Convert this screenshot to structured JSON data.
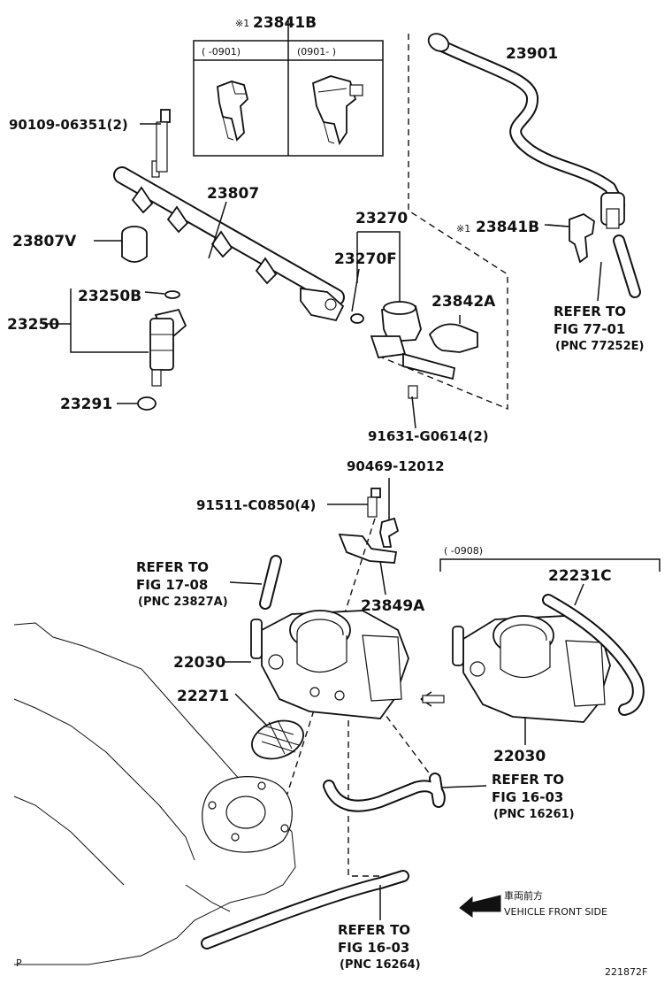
{
  "labels": {
    "p_23841b_top": "23841B",
    "note_mark": "※1",
    "inset_col1": "(    -0901)",
    "inset_col2": "(0901-     )",
    "p_23901": "23901",
    "p_90109": "90109-06351(2)",
    "p_23807": "23807",
    "p_23807v": "23807V",
    "p_23270": "23270",
    "p_23270f": "23270F",
    "p_23841b_mid": "23841B",
    "p_23250b": "23250B",
    "p_23250": "23250",
    "p_23842a": "23842A",
    "p_23291": "23291",
    "p_91631": "91631-G0614(2)",
    "ref_77_l1": "REFER TO",
    "ref_77_l2": "FIG 77-01",
    "ref_77_l3": "(PNC 77252E)",
    "p_90469": "90469-12012",
    "p_91511": "91511-C0850(4)",
    "ref_17_l1": "REFER TO",
    "ref_17_l2": "FIG 17-08",
    "ref_17_l3": "(PNC 23827A)",
    "bracket_range": "(     -0908)",
    "p_22231c": "22231C",
    "p_23849a": "23849A",
    "p_22030_left": "22030",
    "p_22271": "22271",
    "p_22030_right": "22030",
    "ref_1626_l1": "REFER TO",
    "ref_1626_l2": "FIG 16-03",
    "ref_1626_l3": "(PNC 16261)",
    "front_jp": "車両前方",
    "front_en": "VEHICLE FRONT SIDE",
    "ref_1626b_l1": "REFER TO",
    "ref_1626b_l2": "FIG 16-03",
    "ref_1626b_l3": "(PNC 16264)",
    "corner_p": "P",
    "fig_id": "221872F"
  }
}
